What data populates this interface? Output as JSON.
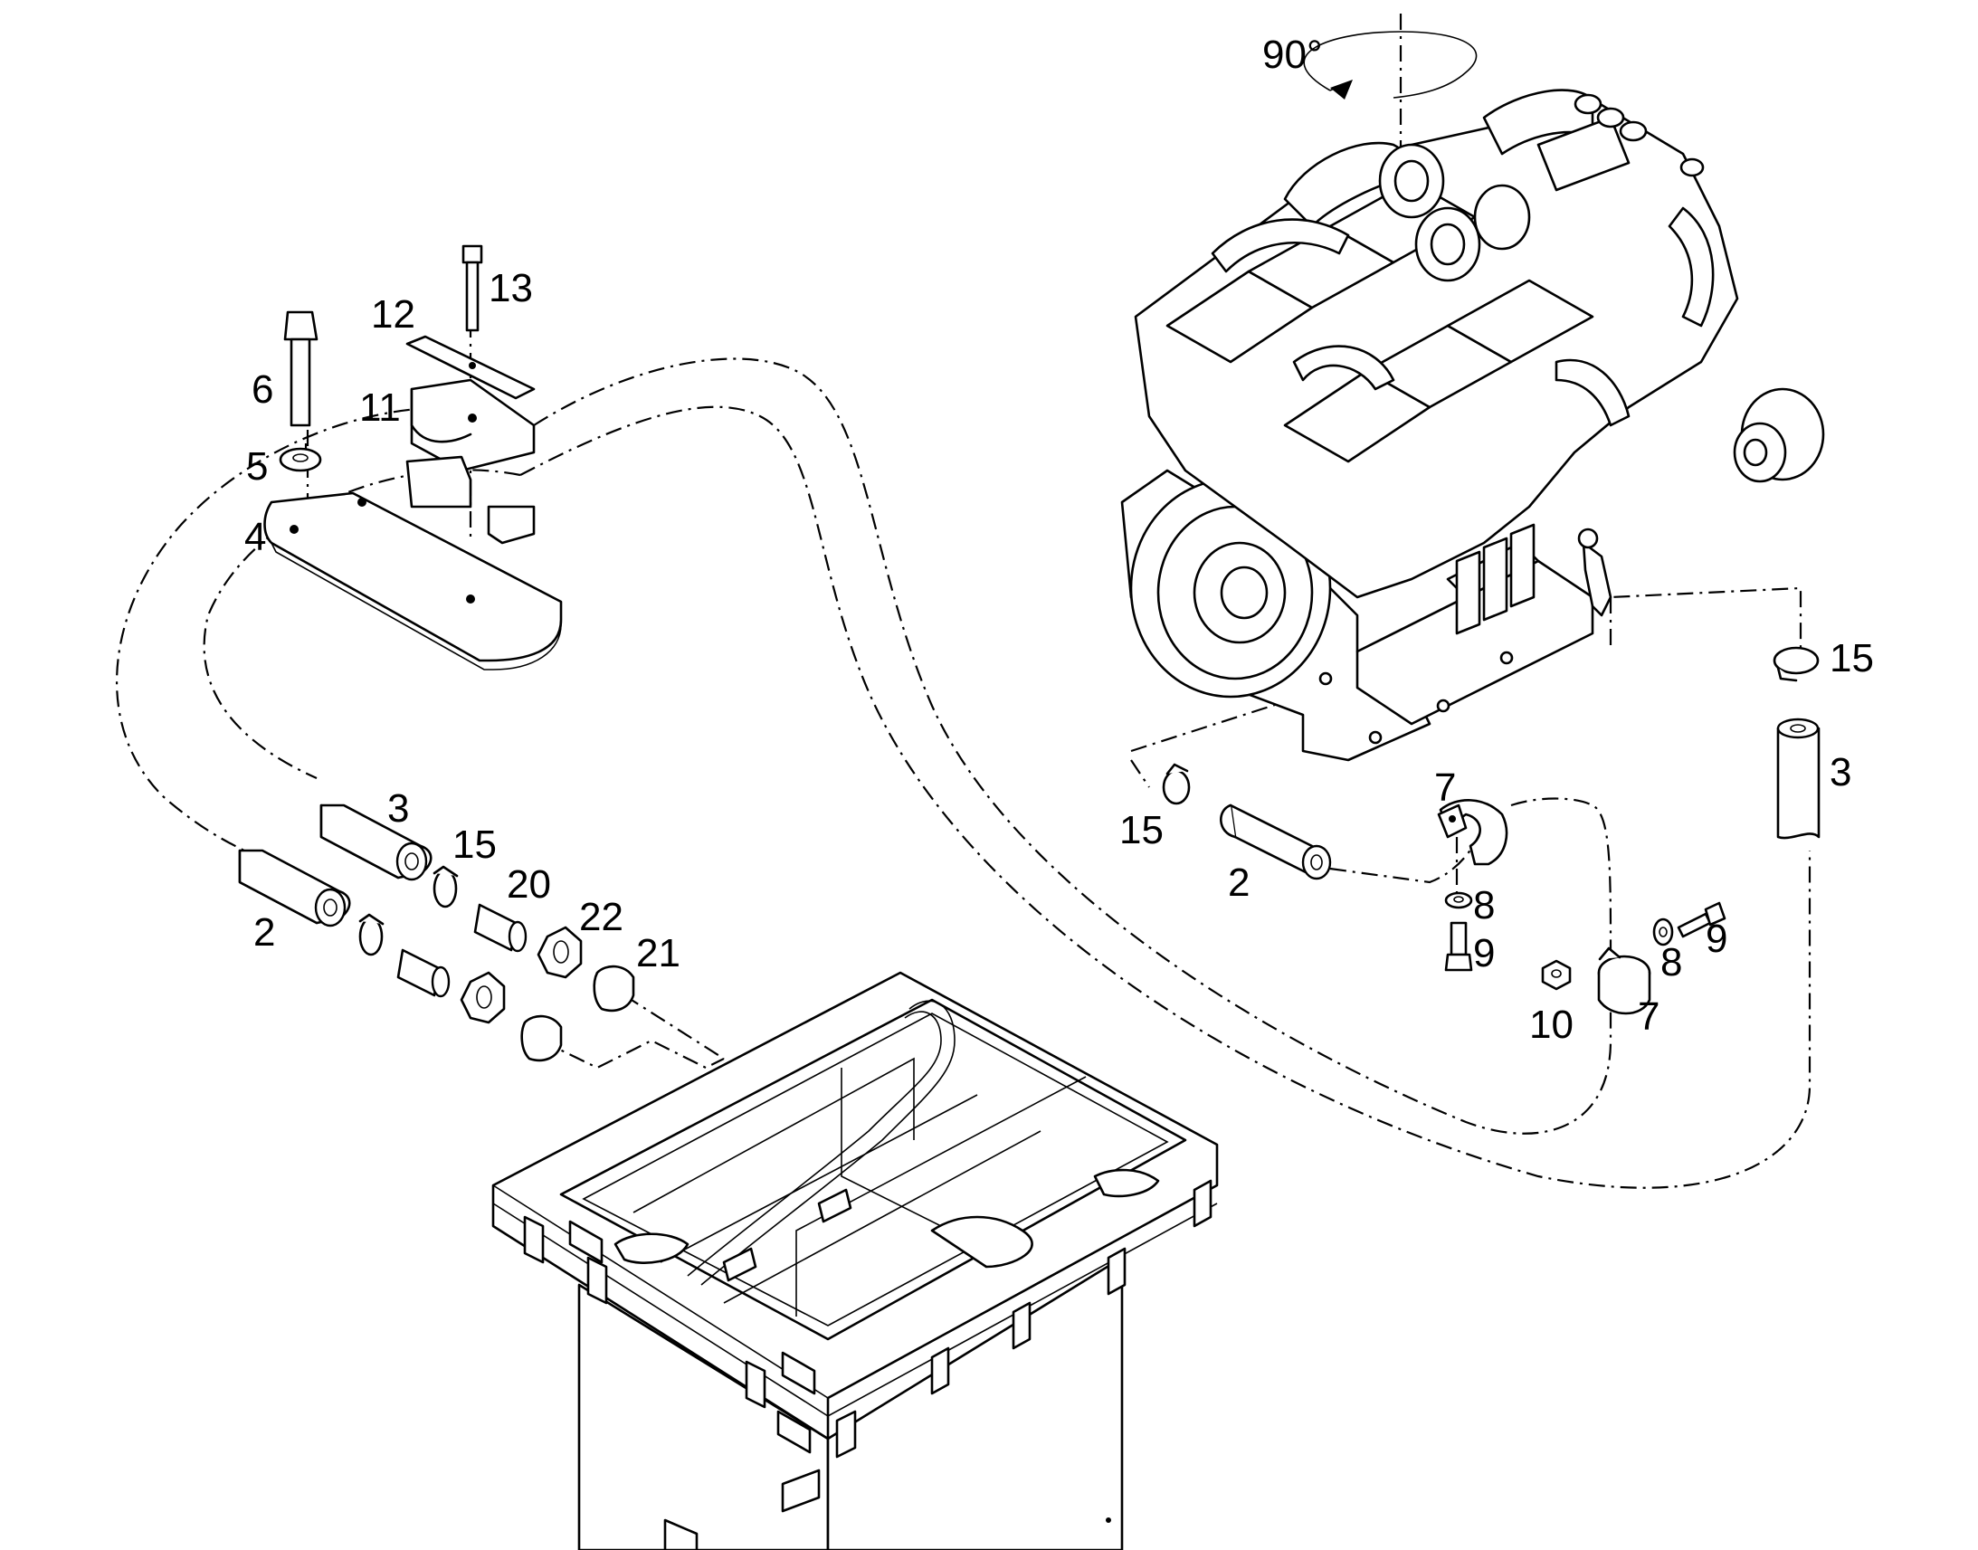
{
  "diagram": {
    "rotation_label": "90°",
    "colors": {
      "line": "#000000",
      "background": "#ffffff"
    },
    "callouts": [
      {
        "id": "13",
        "text": "13"
      },
      {
        "id": "12",
        "text": "12"
      },
      {
        "id": "6",
        "text": "6"
      },
      {
        "id": "11",
        "text": "11"
      },
      {
        "id": "5",
        "text": "5"
      },
      {
        "id": "4",
        "text": "4"
      },
      {
        "id": "3a",
        "text": "3"
      },
      {
        "id": "15a",
        "text": "15"
      },
      {
        "id": "20",
        "text": "20"
      },
      {
        "id": "22",
        "text": "22"
      },
      {
        "id": "21",
        "text": "21"
      },
      {
        "id": "2a",
        "text": "2"
      },
      {
        "id": "15b",
        "text": "15"
      },
      {
        "id": "2b",
        "text": "2"
      },
      {
        "id": "7a",
        "text": "7"
      },
      {
        "id": "8a",
        "text": "8"
      },
      {
        "id": "9a",
        "text": "9"
      },
      {
        "id": "9b",
        "text": "9"
      },
      {
        "id": "8b",
        "text": "8"
      },
      {
        "id": "10",
        "text": "10"
      },
      {
        "id": "7b",
        "text": "7"
      },
      {
        "id": "15c",
        "text": "15"
      },
      {
        "id": "3b",
        "text": "3"
      }
    ]
  }
}
